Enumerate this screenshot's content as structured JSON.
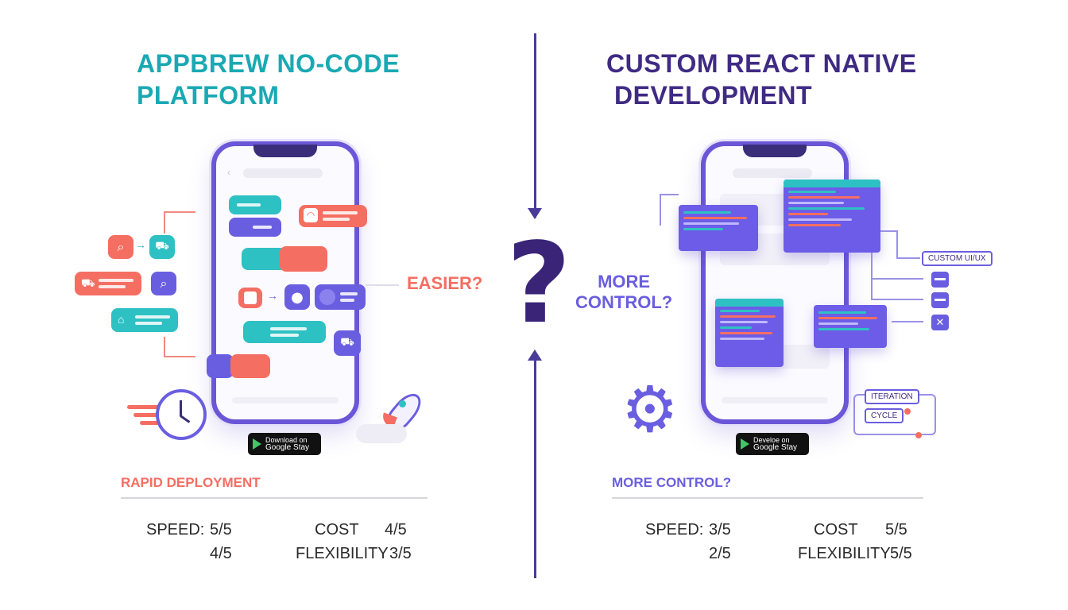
{
  "left": {
    "title_line1": "APPBREW NO-CODE",
    "title_line2": "PLATFORM",
    "callout": "EASIER?",
    "section_label": "RAPID DEPLOYMENT",
    "store_small": "Download on",
    "store_big": "Google Stay",
    "metrics": {
      "speed_label": "SPEED:",
      "speed_value": "5/5",
      "cost_label": "COST",
      "cost_value": "4/5",
      "unlabeled_value": "4/5",
      "flex_label": "FLEXIBILITY",
      "flex_value": "3/5"
    }
  },
  "right": {
    "title_line1": "CUSTOM REACT NATIVE",
    "title_line2": "DEVELOPMENT",
    "callout_line1": "MORE",
    "callout_line2": "CONTROL?",
    "tag_custom": "CUSTOM UI/UX",
    "tag_iteration": "ITERATION",
    "tag_cycle": "CYCLE",
    "section_label": "MORE CONTROL?",
    "store_small": "Develoe on",
    "store_big": "Google Stay",
    "metrics": {
      "speed_label": "SPEED:",
      "speed_value": "3/5",
      "cost_label": "COST",
      "cost_value": "5/5",
      "unlabeled_value": "2/5",
      "flex_label": "FLEXIBILITY",
      "flex_value": "5/5"
    }
  },
  "center": {
    "symbol": "?"
  },
  "colors": {
    "teal": "#1aa9b3",
    "purple": "#3f2a84",
    "coral": "#f56e62",
    "violet": "#6a5ee0"
  }
}
